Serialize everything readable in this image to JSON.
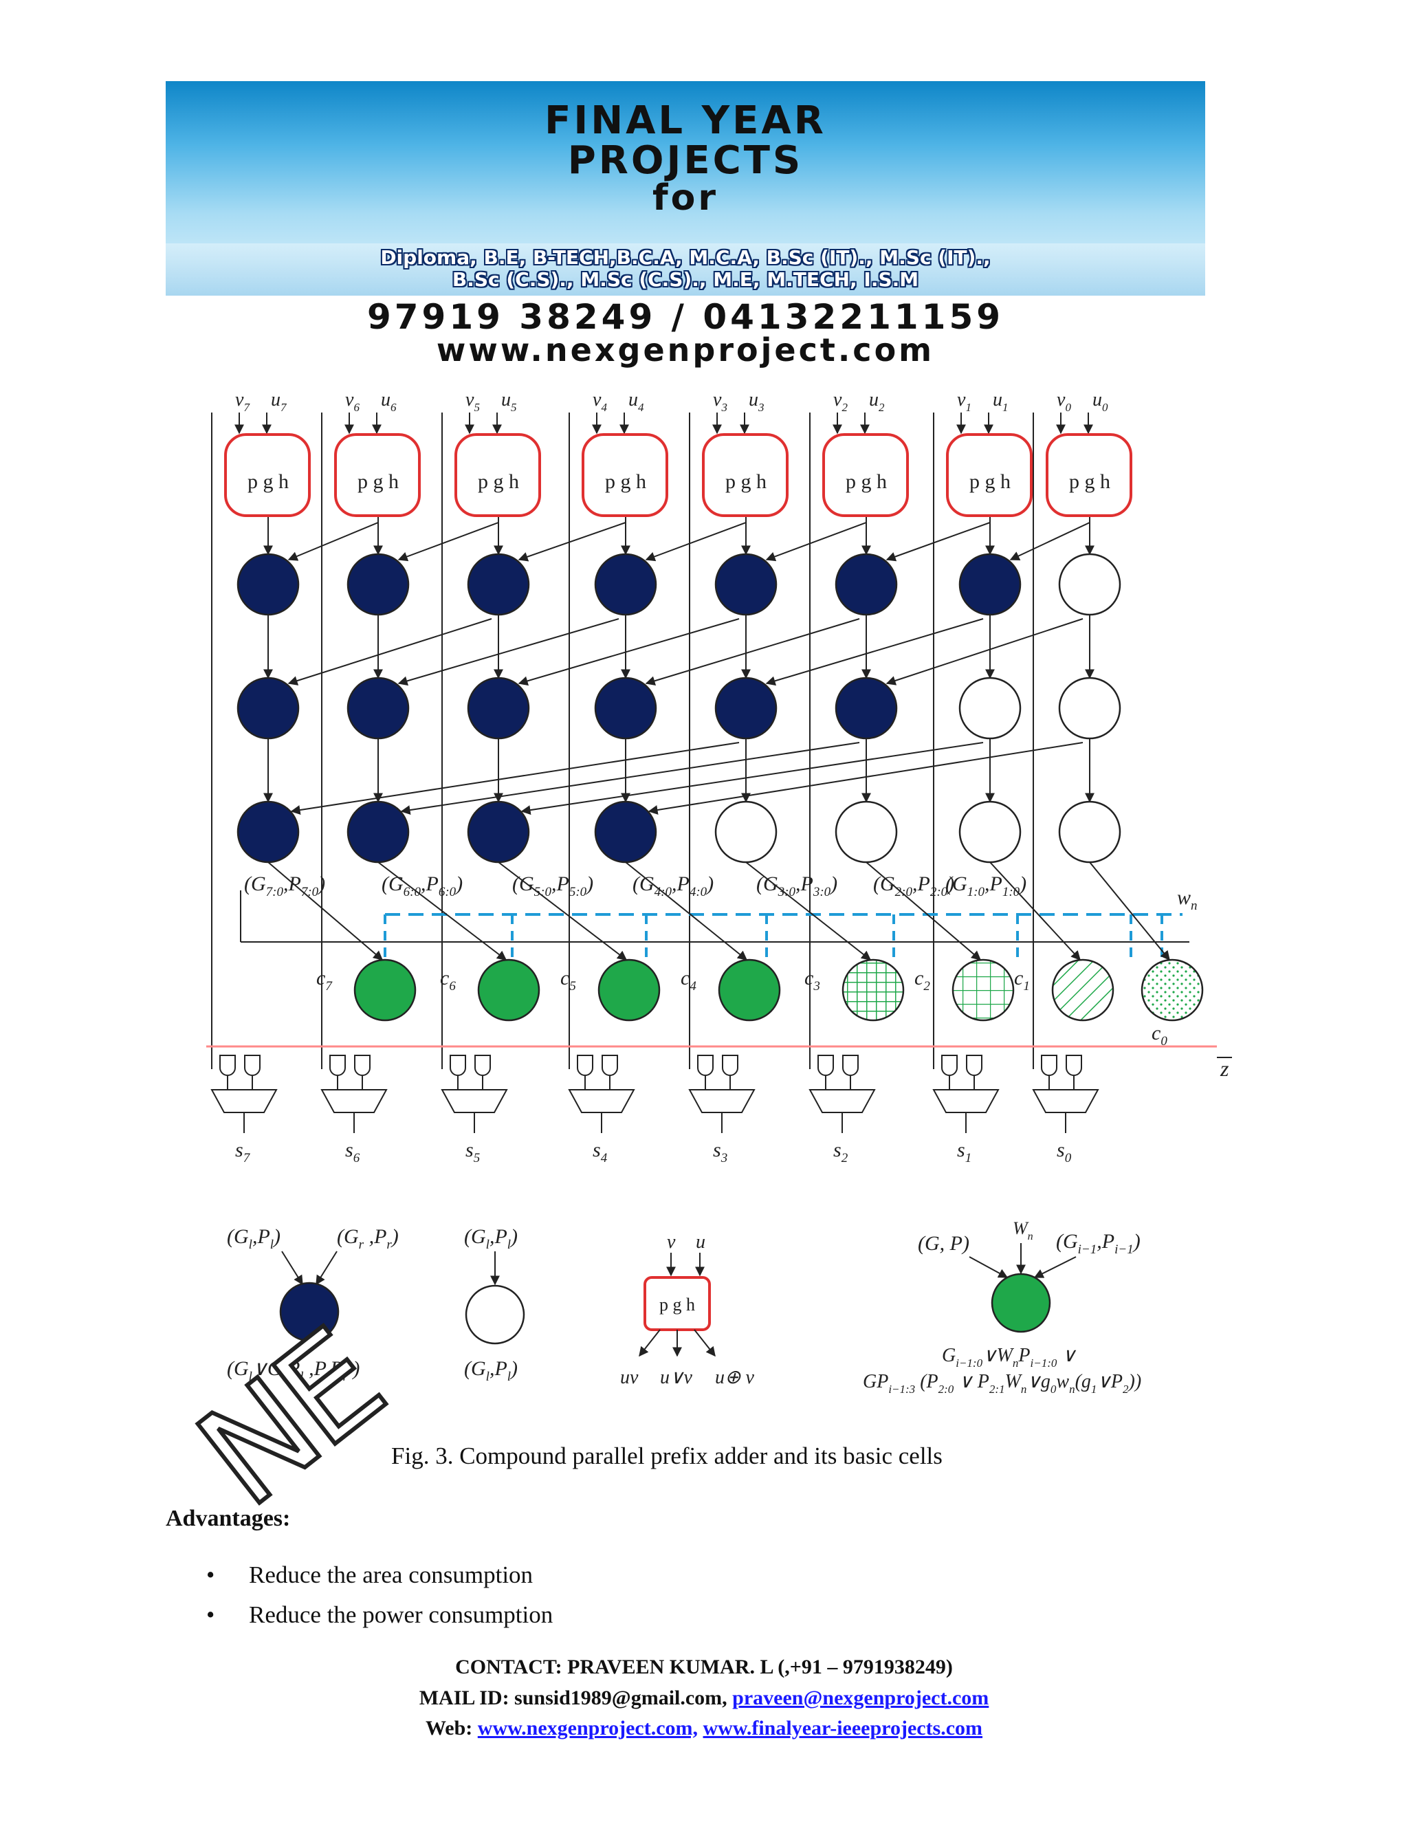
{
  "banner": {
    "title_line1": "FINAL YEAR",
    "title_line2": "PROJECTS",
    "title_line3": "for",
    "qual_line1": "Diploma, B.E, B-TECH,B.C.A, M.C.A, B.Sc (IT)., M.Sc (IT).,",
    "qual_line2": "B.Sc (C.S)., M.Sc (C.S)., M.E, M.TECH, I.S.M",
    "phone": "97919 38249 / 04132211159",
    "web": "www.nexgenproject.com"
  },
  "figure": {
    "pgh_label": "p g h",
    "inputs": [
      {
        "v": "v",
        "vi": "7",
        "u": "u",
        "ui": "7"
      },
      {
        "v": "v",
        "vi": "6",
        "u": "u",
        "ui": "6"
      },
      {
        "v": "v",
        "vi": "5",
        "u": "u",
        "ui": "5"
      },
      {
        "v": "v",
        "vi": "4",
        "u": "u",
        "ui": "4"
      },
      {
        "v": "v",
        "vi": "3",
        "u": "u",
        "ui": "3"
      },
      {
        "v": "v",
        "vi": "2",
        "u": "u",
        "ui": "2"
      },
      {
        "v": "v",
        "vi": "1",
        "u": "u",
        "ui": "1"
      },
      {
        "v": "v",
        "vi": "0",
        "u": "u",
        "ui": "0"
      }
    ],
    "gp_labels": [
      {
        "text": "(G",
        "sub1": "7:0",
        "mid": ",P",
        "sub2": "7:0",
        "end": ")"
      },
      {
        "text": "(G",
        "sub1": "6:0",
        "mid": ",P",
        "sub2": "6:0",
        "end": ")"
      },
      {
        "text": "(G",
        "sub1": "5:0",
        "mid": ",P",
        "sub2": "5:0",
        "end": ")"
      },
      {
        "text": "(G",
        "sub1": "4:0",
        "mid": ",P",
        "sub2": "4:0",
        "end": ")"
      },
      {
        "text": "(G",
        "sub1": "3:0",
        "mid": ",P",
        "sub2": "3:0",
        "end": ")"
      },
      {
        "text": "(G",
        "sub1": "2:0",
        "mid": ",P",
        "sub2": "2:0",
        "end": ")"
      },
      {
        "text": "(G",
        "sub1": "1:0",
        "mid": ",P",
        "sub2": "1:0",
        "end": ")"
      }
    ],
    "wn": "w",
    "wn_sub": "n",
    "carries": [
      {
        "c": "c",
        "i": "7"
      },
      {
        "c": "c",
        "i": "6"
      },
      {
        "c": "c",
        "i": "5"
      },
      {
        "c": "c",
        "i": "4"
      },
      {
        "c": "c",
        "i": "3"
      },
      {
        "c": "c",
        "i": "2"
      },
      {
        "c": "c",
        "i": "1"
      }
    ],
    "c0": {
      "c": "c",
      "i": "0"
    },
    "z_label": "z",
    "sums": [
      {
        "s": "s",
        "i": "7"
      },
      {
        "s": "s",
        "i": "6"
      },
      {
        "s": "s",
        "i": "5"
      },
      {
        "s": "s",
        "i": "4"
      },
      {
        "s": "s",
        "i": "3"
      },
      {
        "s": "s",
        "i": "2"
      },
      {
        "s": "s",
        "i": "1"
      },
      {
        "s": "s",
        "i": "0"
      }
    ],
    "legend": {
      "dark_in_left": "(G",
      "dark_in_left_sub1": "l",
      "dark_in_left_mid": ",P",
      "dark_in_left_sub2": "l",
      "dark_in_left_end": ")",
      "dark_in_right": "(G",
      "dark_in_right_sub1": "r",
      "dark_in_right_mid": " ,P",
      "dark_in_right_sub2": "r",
      "dark_in_right_end": ")",
      "dark_out": "(G",
      "dark_out_a": "l",
      "dark_out_b": "∨G",
      "dark_out_c": "r",
      "dark_out_d": "P",
      "dark_out_e": "l",
      "dark_out_f": " ,P",
      "dark_out_g": "l",
      "dark_out_h": "P",
      "dark_out_i": "r",
      "dark_out_j": " )",
      "white_in": "(G",
      "white_in_a": "l",
      "white_in_b": ",P",
      "white_in_c": "l",
      "white_in_d": ")",
      "white_out": "(G",
      "white_out_a": "l",
      "white_out_b": ",P",
      "white_out_c": "l",
      "white_out_d": ")",
      "pgh_v": "v",
      "pgh_u": "u",
      "pgh_label": "p g h",
      "pgh_out1": "uv",
      "pgh_out2": "u∨v",
      "pgh_out3": "u⊕ v",
      "green_in_left": "(G, P)",
      "green_in_mid": "W",
      "green_in_mid_sub": "n",
      "green_in_right": "(G",
      "green_in_right_sub1": "i−1",
      "green_in_right_mid": ",P",
      "green_in_right_sub2": "i−1",
      "green_in_right_end": ")",
      "green_out1_a": "G",
      "green_out1_b": "i−1:0",
      "green_out1_c": "∨W",
      "green_out1_d": "n",
      "green_out1_e": "P",
      "green_out1_f": "i−1:0",
      "green_out1_g": "  ∨",
      "green_out2_a": "GP",
      "green_out2_b": "i−1:3",
      "green_out2_c": " (P",
      "green_out2_d": "2:0",
      "green_out2_e": " ∨ P",
      "green_out2_f": "2:1",
      "green_out2_g": "W",
      "green_out2_h": "n",
      "green_out2_i": "∨g",
      "green_out2_j": "0",
      "green_out2_k": "w",
      "green_out2_l": "n",
      "green_out2_m": "(g",
      "green_out2_n": "1",
      "green_out2_o": "∨P",
      "green_out2_p": "2",
      "green_out2_q": "))"
    }
  },
  "caption": "Fig. 3. Compound  parallel  prefix  adder and its  basic cells",
  "watermark": "NE",
  "advantages_heading": "Advantages:",
  "advantages": [
    "Reduce  the  area consumption",
    "Reduce  the  power  consumption"
  ],
  "bullet_glyph": "•",
  "footer": {
    "contact": "CONTACT:  PRAVEEN  KUMAR.  L (,+91 – 9791938249)",
    "mail_label": "MAIL  ID:  sunsid1989@gmail.com,",
    "mail_link": "praveen@nexgenproject.com",
    "web_label": "Web:",
    "web_link1": "www.nexgenproject.com,",
    "web_link2": "www.finalyear-ieeeprojects.com"
  },
  "colors": {
    "dark_node": "#0d1f5c",
    "green_node": "#1fa84a",
    "pgh_border": "#e03030",
    "dashed_line": "#1e9bd7",
    "red_line": "#ff8a8a",
    "link": "#1a1aff"
  }
}
